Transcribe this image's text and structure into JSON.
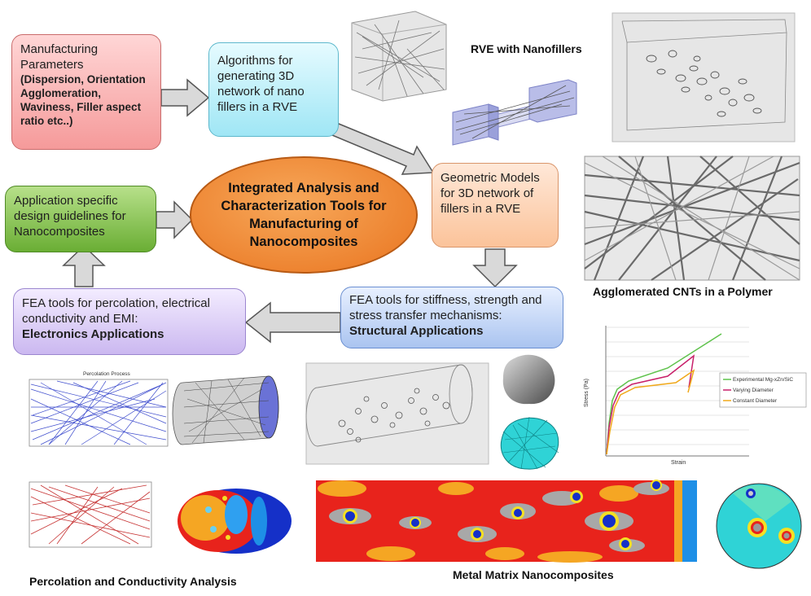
{
  "boxes": {
    "manufacturing": {
      "line1": "Manufacturing",
      "line2": "Parameters",
      "line3": "(Dispersion, Orientation",
      "line4": "Agglomeration,",
      "line5": "Waviness, Filler aspect",
      "line6": "ratio etc..)"
    },
    "algorithms": {
      "text": "Algorithms for generating 3D network of nano fillers in a RVE"
    },
    "geometric": {
      "text": "Geometric Models for 3D network of fillers in a RVE"
    },
    "application": {
      "text": "Application specific design guidelines for Nanocomposites"
    },
    "central": {
      "text": "Integrated Analysis and Characterization Tools for Manufacturing of Nanocomposites"
    },
    "fea_structural": {
      "text": "FEA tools for stiffness, strength and stress transfer mechanisms:",
      "bold": "Structural Applications"
    },
    "fea_electronics": {
      "text": "FEA tools for percolation, electrical conductivity and EMI:",
      "bold": "Electronics Applications"
    }
  },
  "captions": {
    "rve": "RVE with Nanofillers",
    "agglomerated": "Agglomerated CNTs in a Polymer",
    "percolation": "Percolation  and Conductivity Analysis",
    "metal": "Metal Matrix Nanocomposites"
  },
  "plot_labels": {
    "perc_title": "Percolation Process",
    "legend1": "Experimental Mg-xZn/SiC",
    "legend2": "Varying Diameter",
    "legend3": "Constant Diameter",
    "strain": "Strain",
    "stress": "Stress (Pa)"
  },
  "colors": {
    "arrow_fill": "#d9d9d9",
    "arrow_stroke": "#555555",
    "fem_red": "#e8231c",
    "fem_orange": "#f5a623",
    "fem_blue": "#1530c8",
    "cyan_mesh": "#2fd3d6"
  }
}
